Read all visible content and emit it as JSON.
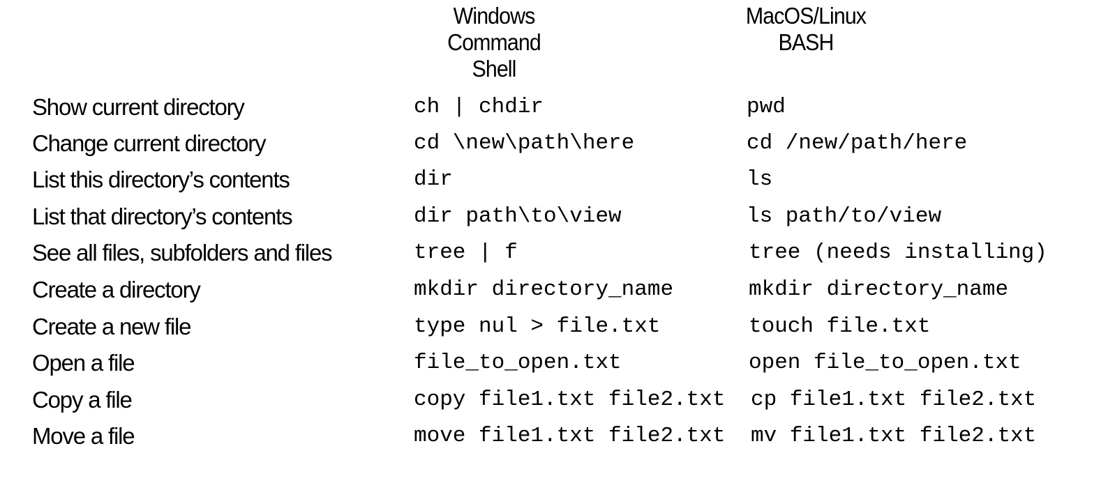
{
  "headers": {
    "windows": [
      "Windows",
      "Command Shell"
    ],
    "bash": [
      "MacOS/Linux",
      "BASH"
    ]
  },
  "rows": [
    {
      "task": "Show current directory",
      "windows": "ch | chdir",
      "bash": "pwd"
    },
    {
      "task": "Change current directory",
      "windows": "cd \\new\\path\\here",
      "bash": "cd /new/path/here"
    },
    {
      "task": "List this directory’s contents",
      "windows": "dir",
      "bash": "ls"
    },
    {
      "task": "List that directory’s contents",
      "windows": "dir path\\to\\view",
      "bash": "ls path/to/view"
    },
    {
      "task": "See all files, subfolders and files",
      "windows": "tree | f",
      "bash": "tree (needs installing)"
    },
    {
      "task": "Create a directory",
      "windows": "mkdir directory_name",
      "bash": "mkdir directory_name"
    },
    {
      "task": "Create a new file",
      "windows": "type nul > file.txt",
      "bash": "touch file.txt"
    },
    {
      "task": "Open a file",
      "windows": "file_to_open.txt",
      "bash": "open file_to_open.txt"
    },
    {
      "task": "Copy a file",
      "windows": "copy file1.txt file2.txt",
      "bash": "cp file1.txt file2.txt"
    },
    {
      "task": "Move a file",
      "windows": "move file1.txt file2.txt",
      "bash": "mv file1.txt file2.txt"
    }
  ]
}
